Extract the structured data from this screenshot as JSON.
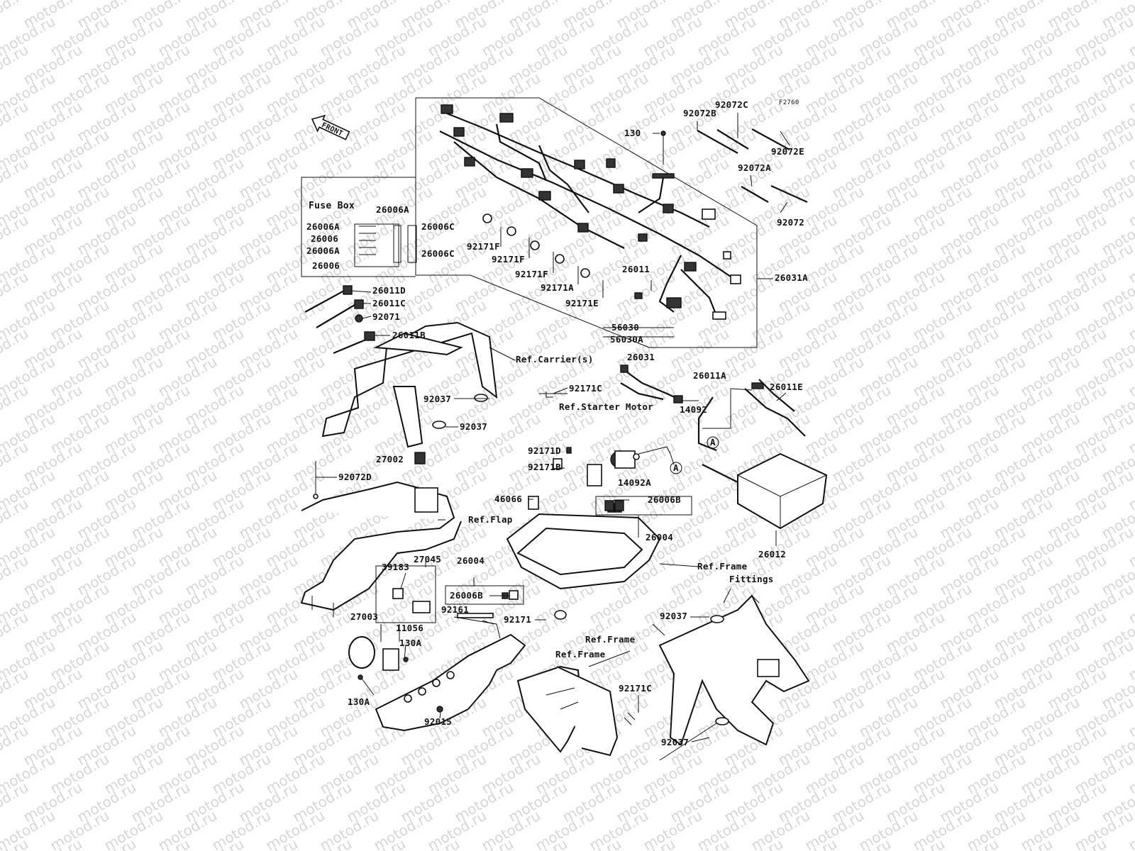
{
  "watermark": "motod.ru",
  "diagram_code": "F2760",
  "front_arrow": "FRONT",
  "fuse_box": {
    "title": "Fuse Box",
    "labels": [
      "26006A",
      "26006A",
      "26006",
      "26006A",
      "26006",
      "26006C",
      "26006C"
    ]
  },
  "callouts": [
    "92072B",
    "92072C",
    "92072E",
    "92072A",
    "92072",
    "130",
    "26031A",
    "92171F",
    "92171F",
    "92171F",
    "92171A",
    "92171E",
    "26011",
    "56030",
    "56030A",
    "26011D",
    "26011C",
    "92071",
    "26011B",
    "Ref.Carrier(s)",
    "26031",
    "92171C",
    "92037",
    "92037",
    "Ref.Starter Motor",
    "26011A",
    "26011E",
    "14092",
    "A",
    "A",
    "27002",
    "92171D",
    "92171B",
    "14092A",
    "92072D",
    "46066",
    "26006B",
    "Ref.Flap",
    "26004",
    "26012",
    "27045",
    "39183",
    "26004",
    "Ref.Frame",
    "Fittings",
    "26006B",
    "92171",
    "92161",
    "27003",
    "11056",
    "130A",
    "130A",
    "92037",
    "Ref.Frame",
    "Ref.Frame",
    "92171C",
    "92015",
    "92037"
  ]
}
